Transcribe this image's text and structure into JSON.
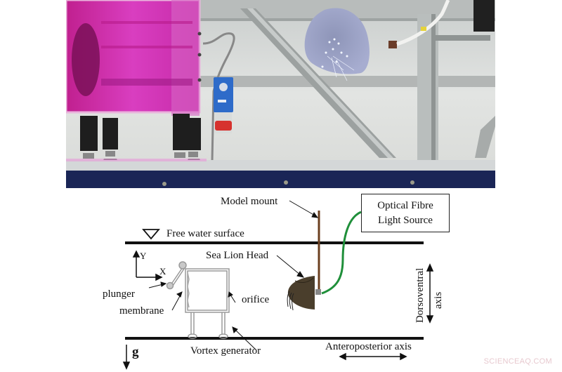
{
  "figure": {
    "photo": {
      "description": "Photograph of experimental setup in water tank",
      "elements": [
        "vortex-generator-pink-box",
        "support-legs",
        "blue-electrical-socket",
        "sea-lion-head-model",
        "optical-fibre-cable",
        "diagonal-strut",
        "tank-frame"
      ]
    },
    "diagram": {
      "labels": {
        "model_mount": "Model mount",
        "optical_fibre_line1": "Optical Fibre",
        "optical_fibre_line2": "Light Source",
        "free_water_surface": "Free water surface",
        "sea_lion_head": "Sea Lion Head",
        "axis_y": "Y",
        "axis_x": "X",
        "plunger": "plunger",
        "membrane": "membrane",
        "orifice": "orifice",
        "dorsoventral": "Dorsoventral",
        "dorsoventral_axis": "axis",
        "gravity": "g",
        "vortex_generator": "Vortex generator",
        "anteroposterior": "Anteroposterior axis"
      },
      "colors": {
        "mount": "#6b3f1f",
        "fibre": "#1f8f3a",
        "head": "#4a3e2c",
        "lines": "#111111",
        "generator": "#9a9a9a"
      }
    },
    "watermark": "SCIENCEAQ.COM"
  }
}
